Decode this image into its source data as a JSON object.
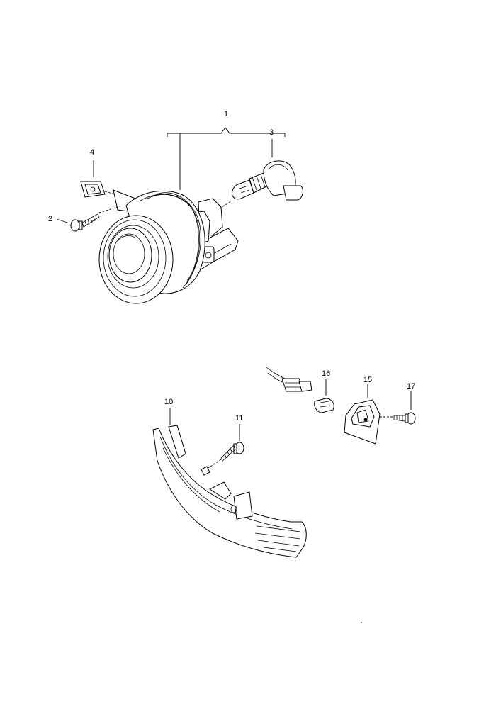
{
  "callouts": {
    "c1": "1",
    "c2": "2",
    "c3": "3",
    "c4": "4",
    "c10": "10",
    "c11": "11",
    "c15": "15",
    "c16": "16",
    "c17": "17"
  },
  "parts": {
    "fog_lamp": "fog-lamp-housing",
    "screw_front": "screw",
    "bulb": "bulb-with-socket",
    "clip_nut": "clip-nut",
    "bumper_trim": "bumper-trim-strip",
    "screw_trim": "screw",
    "side_lamp": "side-marker-lamp",
    "wedge_bulb": "wedge-bulb",
    "screw_side": "screw"
  }
}
